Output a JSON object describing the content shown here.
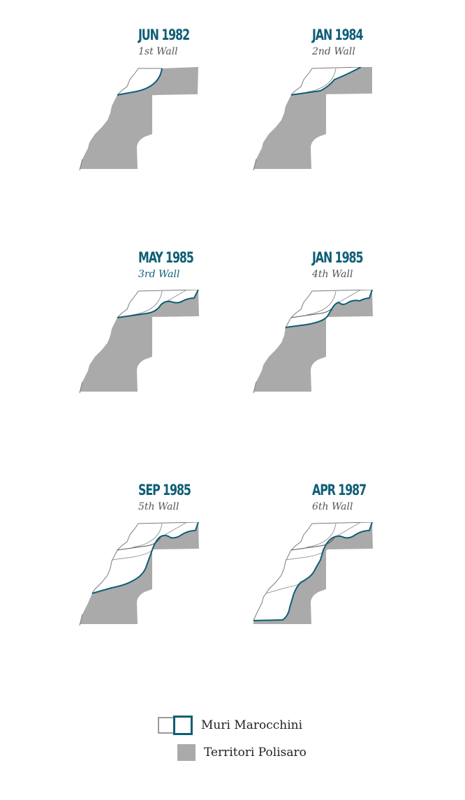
{
  "panels": [
    {
      "date": "JUN 1982",
      "wall": "1st Wall"
    },
    {
      "date": "JAN 1984",
      "wall": "2nd Wall"
    },
    {
      "date": "MAY 1985",
      "wall": "3rd Wall"
    },
    {
      "date": "JAN 1985",
      "wall": "4th Wall"
    },
    {
      "date": "SEP 1985",
      "wall": "5th Wall"
    },
    {
      "date": "APR 1987",
      "wall": "6th Wall"
    }
  ],
  "legend": {
    "walls_label": "Muri Marocchini",
    "territory_label": "Territori Polisaro"
  },
  "colors": {
    "accent": "#0e5e76",
    "territory": "#aaaaaa",
    "old_wall": "#9a9a9a"
  }
}
